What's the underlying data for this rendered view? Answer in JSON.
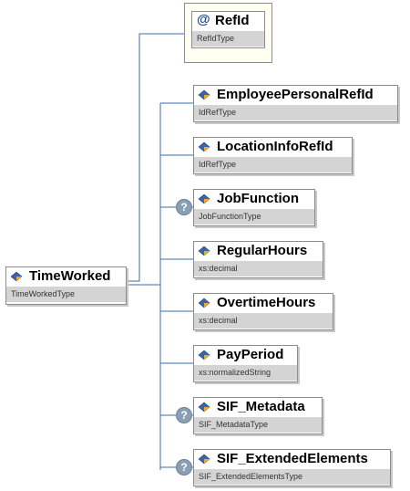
{
  "root": {
    "name": "TimeWorked",
    "type": "TimeWorkedType",
    "icon": "element-icon"
  },
  "attribute": {
    "name": "RefId",
    "type": "RefIdType",
    "icon": "attribute-icon",
    "symbol": "@"
  },
  "children": [
    {
      "name": "EmployeePersonalRefId",
      "type": "IdRefType",
      "optional": false
    },
    {
      "name": "LocationInfoRefId",
      "type": "IdRefType",
      "optional": false
    },
    {
      "name": "JobFunction",
      "type": "JobFunctionType",
      "optional": true
    },
    {
      "name": "RegularHours",
      "type": "xs:decimal",
      "optional": false
    },
    {
      "name": "OvertimeHours",
      "type": "xs:decimal",
      "optional": false
    },
    {
      "name": "PayPeriod",
      "type": "xs:normalizedString",
      "optional": false
    },
    {
      "name": "SIF_Metadata",
      "type": "SIF_MetadataType",
      "optional": true
    },
    {
      "name": "SIF_ExtendedElements",
      "type": "SIF_ExtendedElementsType",
      "optional": true
    }
  ],
  "optional_marker": "?",
  "colors": {
    "line": "#3b6ea5",
    "type_bar": "#d4d4d4",
    "attr_bg": "#fffff2",
    "optional_badge": "#8a9fb6"
  }
}
